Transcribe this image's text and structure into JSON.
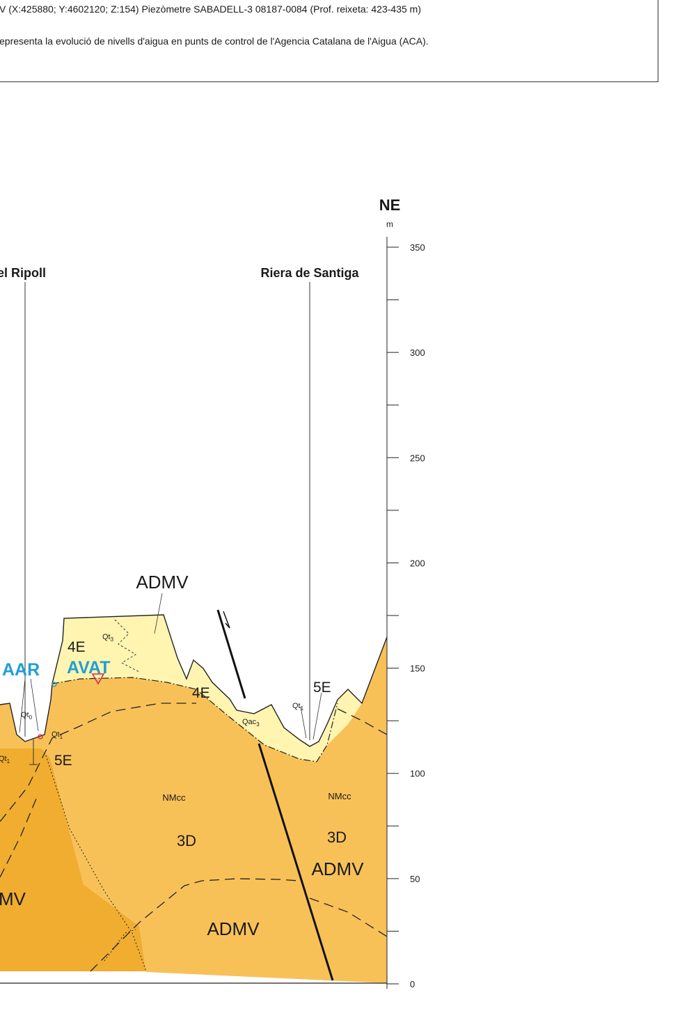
{
  "legend": {
    "line1": "V (X:425880; Y:4602120; Z:154) Piezòmetre SABADELL-3 08187-0084 (Prof. reixeta: 423-435 m)",
    "line2": "epresenta la evolució de nivells d'aigua en punts de control de l'Agencia Catalana de l'Aigua (ACA)."
  },
  "section": {
    "direction": "NE",
    "unit": "m",
    "features": [
      {
        "name": "el Ripoll"
      },
      {
        "name": "Riera de Santiga"
      }
    ],
    "scale_ticks": [
      "350",
      "300",
      "250",
      "200",
      "150",
      "100",
      "50",
      "0"
    ],
    "units": {
      "admv_top": "ADMV",
      "e4_left": "4E",
      "e4_mid": "4E",
      "e5_left": "5E",
      "e5_right": "5E",
      "qt3": "Qt",
      "qt3_sub": "3",
      "qt0": "Qt",
      "qt0_sub": "0",
      "qt1_a": "Qt",
      "qt1_a_sub": "1",
      "qt1_b": "Qt",
      "qt1_b_sub": "1",
      "qt1_c": "Qt",
      "qt1_c_sub": "1",
      "qac3": "Qac",
      "qac3_sub": "3",
      "nmcc_left": "NMcc",
      "nmcc_right": "NMcc",
      "d3_left": "3D",
      "d3_right": "3D",
      "admv_right": "ADMV",
      "admv_bottom": "ADMV",
      "admv_left_partial": "MV"
    },
    "aquifers": {
      "aar": "AAR",
      "avat": "AVAT"
    },
    "colors": {
      "bedrock_dark": "#f0ad30",
      "bedrock_mid": "#f8c158",
      "bedrock_light": "#fbcf6e",
      "quaternary": "#fff5b0",
      "aquifer_label": "#1f9fd6",
      "water_level": "#d8234b"
    }
  }
}
